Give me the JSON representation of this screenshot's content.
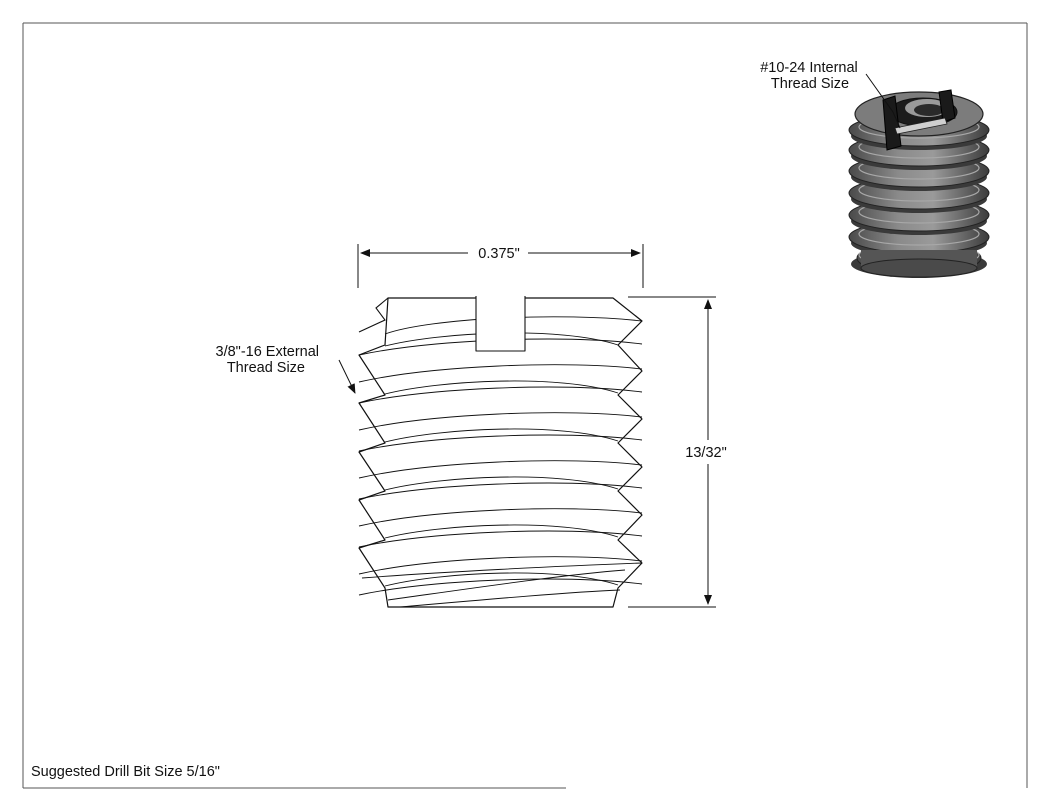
{
  "labels": {
    "width_dim": "0.375\"",
    "height_dim": "13/32\"",
    "external_thread_line1": "3/8\"-16 External",
    "external_thread_line2": "Thread Size",
    "internal_thread_line1": "#10-24 Internal",
    "internal_thread_line2": "Thread Size",
    "drill_note": "Suggested Drill Bit Size 5/16\""
  },
  "colors": {
    "line": "#111111",
    "frame": "#555555",
    "insert_body": "#6e6e6e",
    "insert_shadow": "#3a3a3a",
    "insert_highlight": "#a8a8a8"
  }
}
